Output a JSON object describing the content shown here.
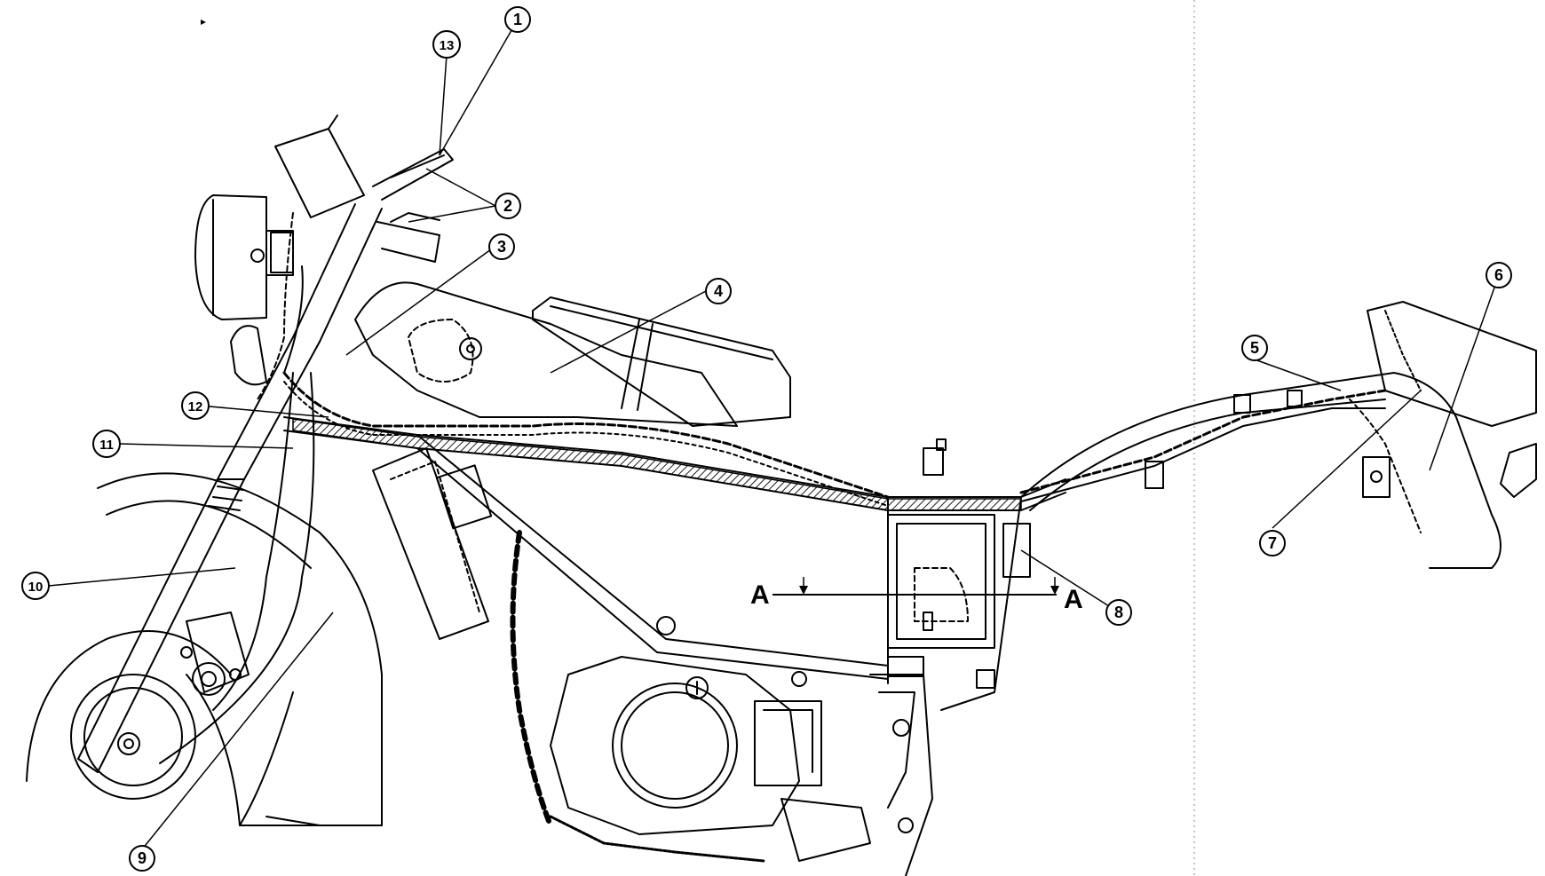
{
  "diagram": {
    "colors": {
      "ink": "#000000",
      "paper": "#ffffff",
      "hatch": "#1a1a1a"
    },
    "callouts": [
      {
        "id": "c1",
        "label": "1"
      },
      {
        "id": "c2",
        "label": "2"
      },
      {
        "id": "c3",
        "label": "3"
      },
      {
        "id": "c4",
        "label": "4"
      },
      {
        "id": "c5",
        "label": "5"
      },
      {
        "id": "c6",
        "label": "6"
      },
      {
        "id": "c7",
        "label": "7"
      },
      {
        "id": "c8",
        "label": "8"
      },
      {
        "id": "c9",
        "label": "9"
      },
      {
        "id": "c10",
        "label": "10"
      },
      {
        "id": "c11",
        "label": "11"
      },
      {
        "id": "c12",
        "label": "12"
      },
      {
        "id": "c13",
        "label": "13"
      }
    ],
    "section_marker": {
      "left": "A",
      "right": "A"
    }
  }
}
